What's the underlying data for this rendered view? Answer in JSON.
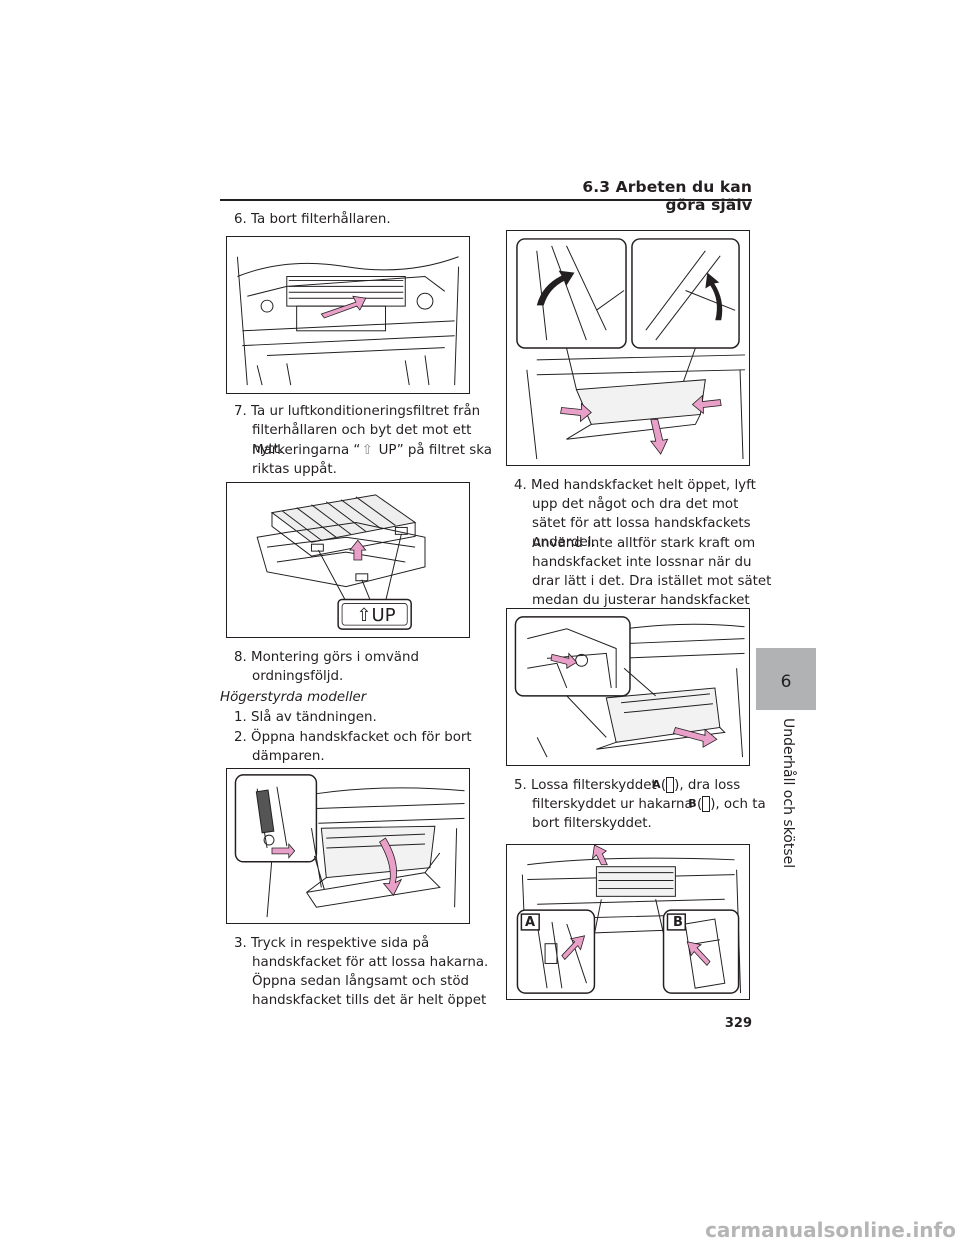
{
  "header": {
    "section_title": "6.3 Arbeten du kan göra själv"
  },
  "side_tab": {
    "chapter_number": "6",
    "chapter_title": "Underhåll och skötsel"
  },
  "page_number": "329",
  "watermark": "carmanualsonline.info",
  "left_column": {
    "step6": "6. Ta bort filterhållaren.",
    "step7": "7. Ta ur luftkonditioneringsfiltret från filterhållaren och byt det mot ett nytt.",
    "step7_note_before": "Markeringarna “",
    "step7_note_after": " UP” på filtret ska riktas uppåt.",
    "up_arrow_glyph": "⇧",
    "filter_label": "UP",
    "step8": "8. Montering görs i omvänd ordningsföljd.",
    "rhd_heading": "Högerstyrda modeller",
    "rhd_step1": "1. Slå av tändningen.",
    "rhd_step2": "2. Öppna handskfacket och för bort dämparen.",
    "rhd_step3": "3. Tryck in respektive sida på handskfacket för att lossa hakarna. Öppna sedan långsamt och stöd handskfacket tills det är helt öppet"
  },
  "right_column": {
    "step4": "4. Med handskfacket helt öppet, lyft upp det något och dra det mot sätet för att lossa handskfackets underdel.",
    "step4_note": "Använd inte alltför stark kraft om handskfacket inte lossnar när du drar lätt i det. Dra istället mot sätet medan du justerar handskfacket höjd något.",
    "step5_part1": "5. Lossa filterskyddet (",
    "label_a": "A",
    "step5_part2": "), dra loss filterskyddet ur hakarna (",
    "label_b": "B",
    "step5_part3": "), och ta bort filterskyddet."
  },
  "colors": {
    "arrow_pink": "#e9a0c8",
    "tab_gray": "#b0b2b4",
    "line": "#231f20"
  }
}
